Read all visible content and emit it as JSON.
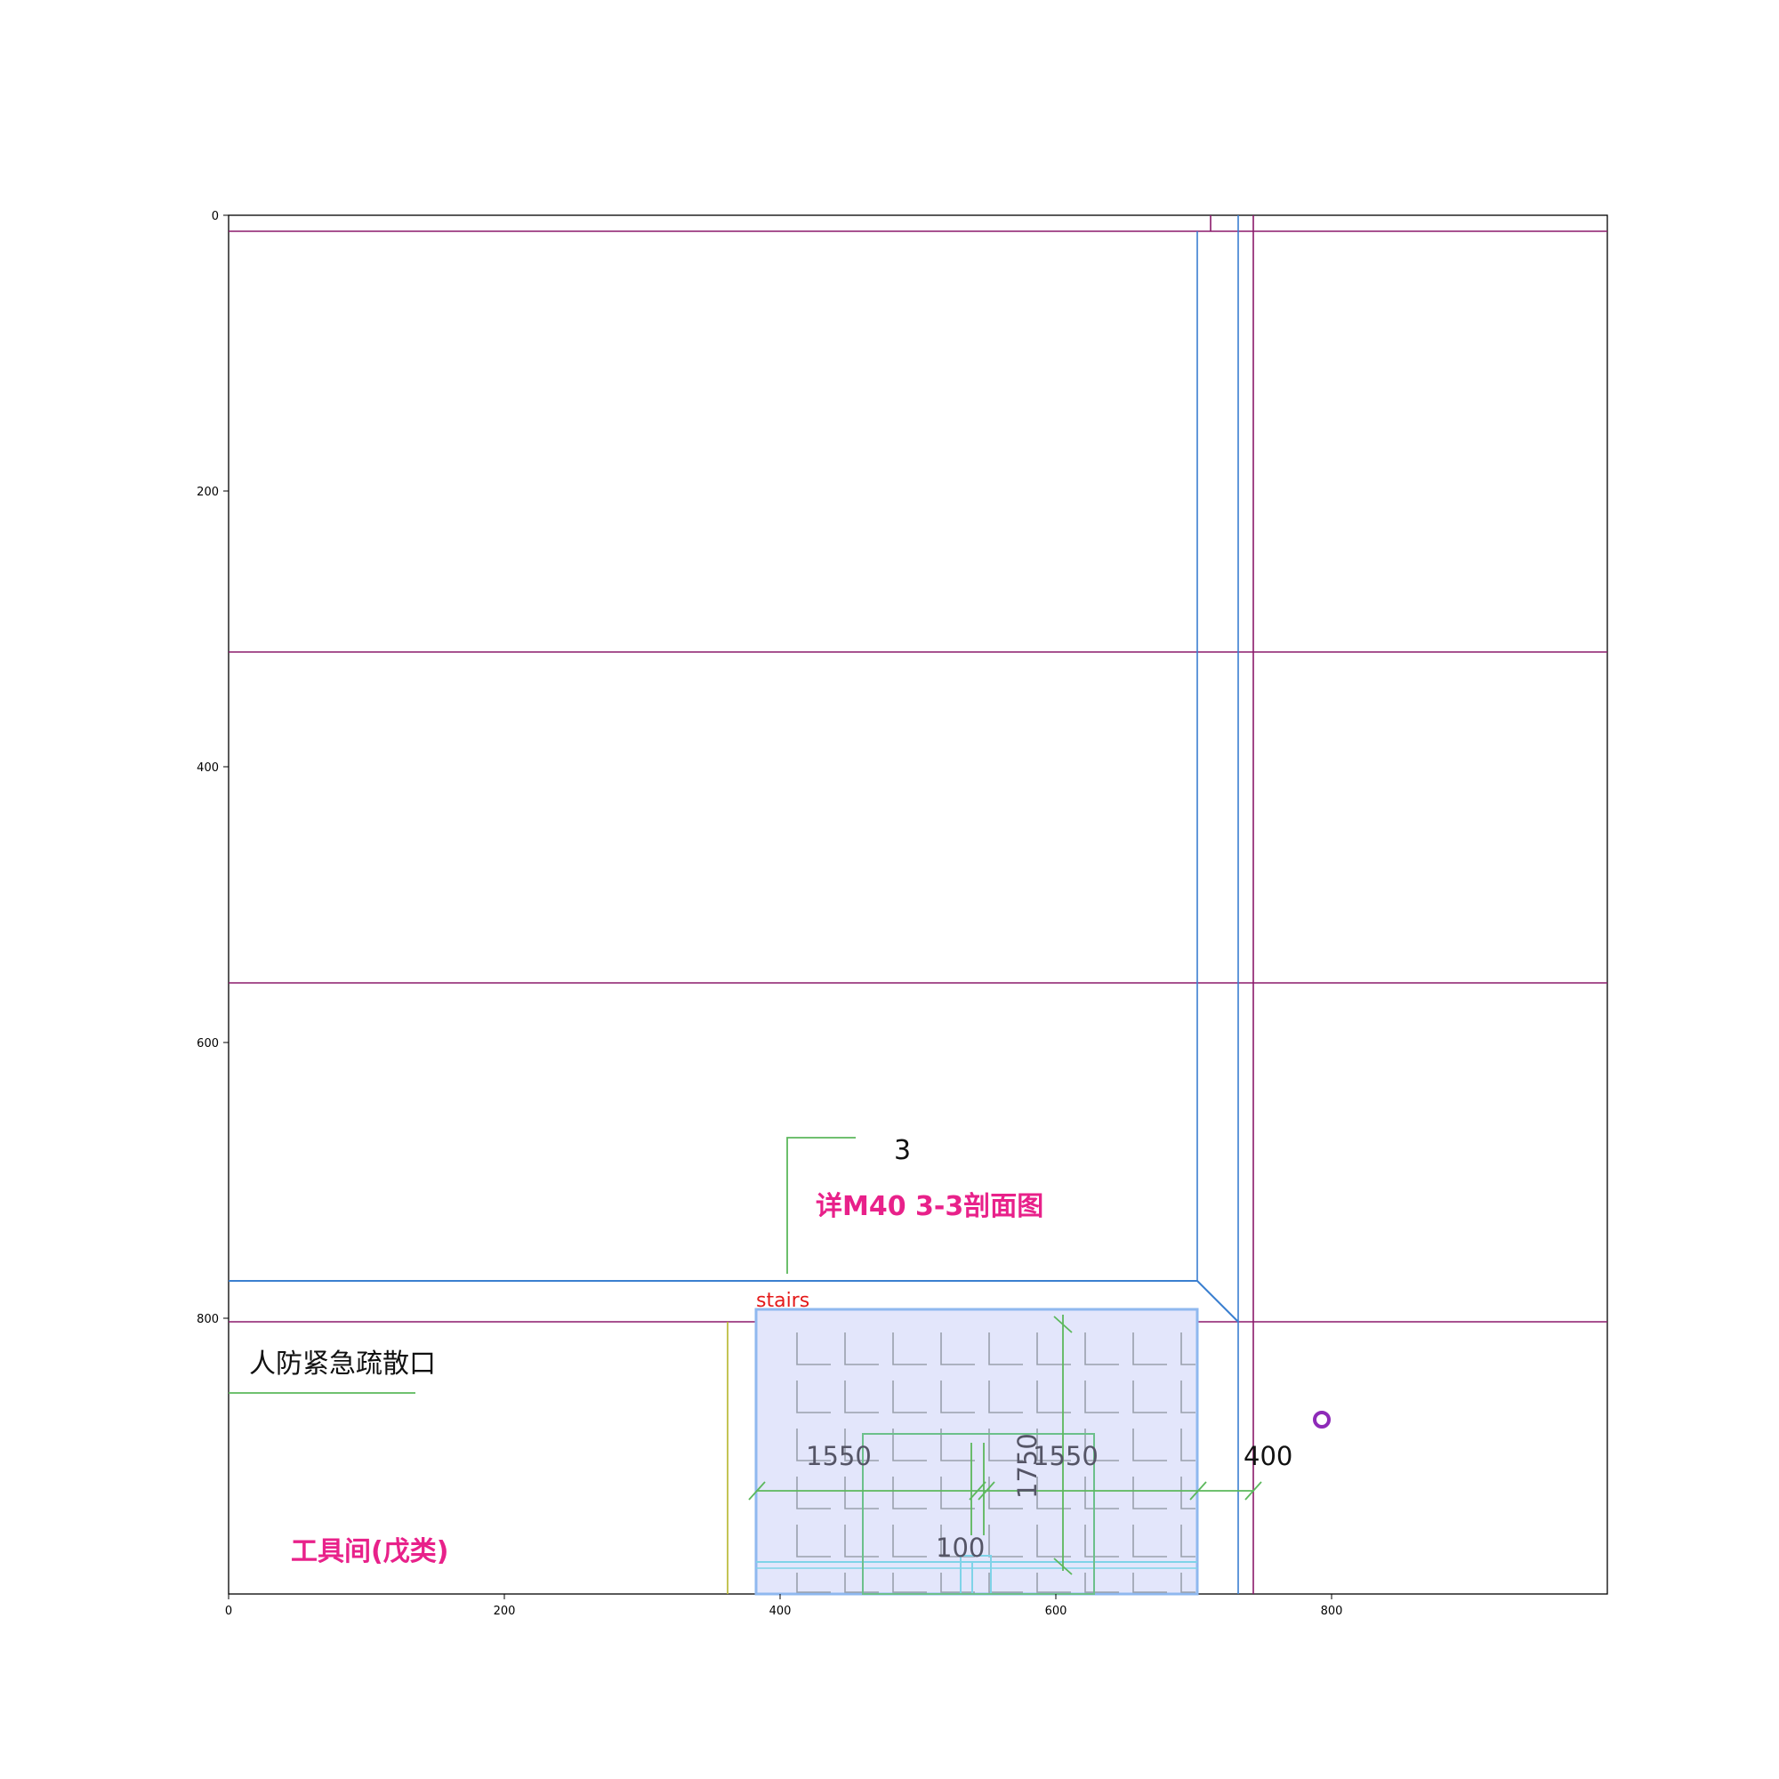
{
  "axes": {
    "x_ticks": [
      "0",
      "200",
      "400",
      "600",
      "800"
    ],
    "y_ticks": [
      "0",
      "200",
      "400",
      "600",
      "800"
    ],
    "xlim": [
      0,
      1000
    ],
    "ylim": [
      1000,
      0
    ]
  },
  "annotations": {
    "section_number": "3",
    "section_ref": "详M40 3-3剖面图",
    "evacuation_exit": "人防紧急疏散口",
    "tool_room": "工具间(戊类)",
    "stairs_label": "stairs",
    "dim_1550_left": "1550",
    "dim_1550_right": "1550",
    "dim_1750": "1750",
    "dim_400": "400",
    "dim_100": "100"
  },
  "colors": {
    "grid_line": "#8b1a6b",
    "wall_blue": "#3a7fd0",
    "dim_green": "#5cb85c",
    "stairs_fill": "#e3e6fb",
    "stairs_border": "#8fb8ef",
    "marker_purple": "#8e2ab8",
    "yellow_line": "#b5b52a"
  }
}
